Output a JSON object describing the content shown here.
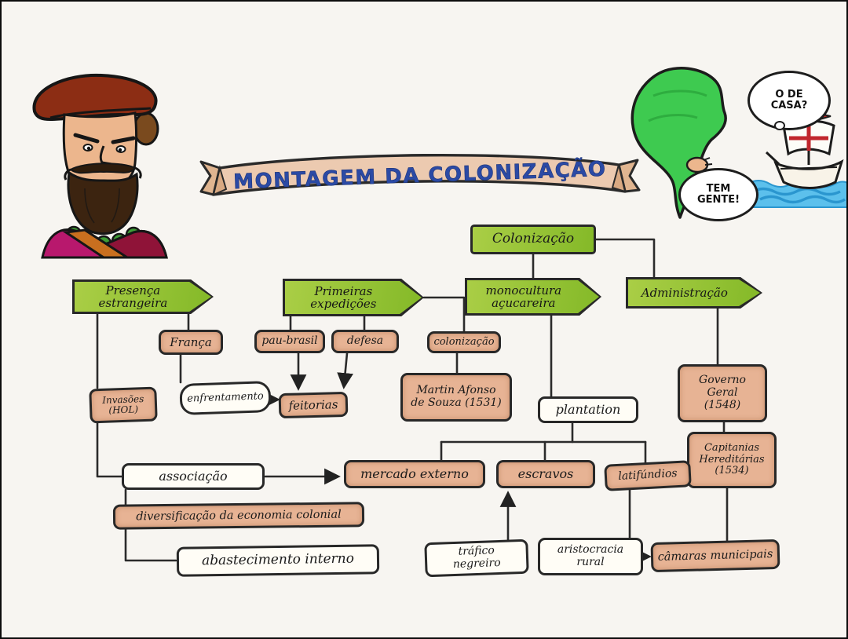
{
  "banner_title": "MONTAGEM DA COLONIZAÇÃO",
  "speech_bubbles": {
    "right": "O DE\nCASA?",
    "left": "TEM\nGENTE!"
  },
  "nodes": {
    "colonizacao_main": "Colonização",
    "presenca_estrangeira": "Presença\nestrangeira",
    "primeiras_expedicoes": "Primeiras\nexpedições",
    "monocultura_acucareira": "monocultura\naçucareira",
    "administracao": "Administração",
    "franca": "França",
    "pau_brasil": "pau-brasil",
    "defesa": "defesa",
    "colonizacao_sub": "colonização",
    "martin_afonso": "Martin Afonso\nde Souza (1531)",
    "feitorias": "feitorias",
    "invasoes_hol": "Invasões\n(HOL)",
    "enfrentamento": "enfrentamento",
    "governo_geral": "Governo\nGeral\n(1548)",
    "capitanias_hereditarias": "Capitanias\nHereditárias\n(1534)",
    "plantation": "plantation",
    "mercado_externo": "mercado externo",
    "escravos": "escravos",
    "latifundios": "latifúndios",
    "associacao": "associação",
    "diversificacao": "diversificação da economia colonial",
    "abastecimento_interno": "abastecimento interno",
    "trafico_negreiro": "tráfico\nnegreiro",
    "aristocracia_rural": "aristocracia\nrural",
    "camaras_municipais": "câmaras municipais"
  },
  "colors": {
    "node_green": "#9dc437",
    "node_salmon": "#e7b394",
    "banner_tan": "#ecc9ae",
    "banner_text_blue": "#2b4aa5",
    "map_green": "#3eca50",
    "water_blue": "#2ea7e0"
  }
}
